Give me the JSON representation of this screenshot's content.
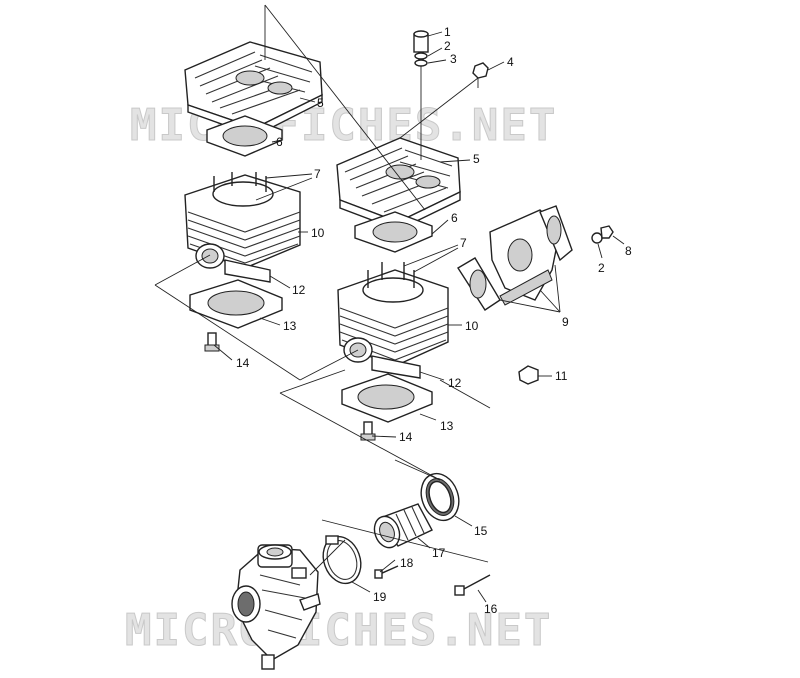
{
  "watermark": {
    "top": "MICROFICHES.NET",
    "bottom": "MICROFICHES.NET"
  },
  "callouts": {
    "c1": "1",
    "c2a": "2",
    "c3": "3",
    "c4": "4",
    "c5a": "5",
    "c5b": "5",
    "c6a": "6",
    "c6b": "6",
    "c7a": "7",
    "c7b": "7",
    "c2b": "2",
    "c8": "8",
    "c9": "9",
    "c10a": "10",
    "c10b": "10",
    "c11": "11",
    "c12a": "12",
    "c12b": "12",
    "c13a": "13",
    "c13b": "13",
    "c14a": "14",
    "c14b": "14",
    "c15": "15",
    "c16": "16",
    "c17": "17",
    "c18": "18",
    "c19": "19"
  }
}
